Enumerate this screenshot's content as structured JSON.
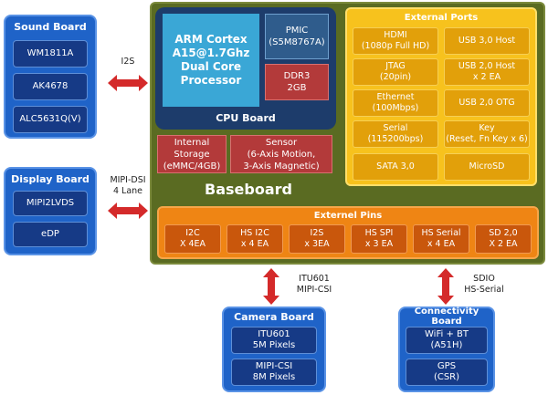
{
  "sound_board": {
    "title": "Sound Board",
    "chips": [
      "WM1811A",
      "AK4678",
      "ALC5631Q(V)"
    ]
  },
  "display_board": {
    "title": "Display Board",
    "chips": [
      "MIPI2LVDS",
      "eDP"
    ]
  },
  "interfaces": {
    "i2s": "I2S",
    "mipi_dsi": "MIPI-DSI\n4 Lane",
    "itu601": "ITU601\nMIPI-CSI",
    "sdio": "SDIO\nHS-Serial"
  },
  "baseboard": {
    "title": "Baseboard",
    "cpu_board": {
      "title": "CPU Board",
      "core": "ARM Cortex\nA15@1.7Ghz\nDual Core\nProcessor",
      "pmic": "PMIC\n(S5M8767A)",
      "ddr": "DDR3\n2GB"
    },
    "internal_storage": "Internal\nStorage\n(eMMC/4GB)",
    "sensor": "Sensor\n(6-Axis Motion,\n3-Axis Magnetic)",
    "external_ports": {
      "title": "External Ports",
      "items": [
        "HDMI\n(1080p Full HD)",
        "USB 3,0 Host",
        "JTAG\n(20pin)",
        "USB 2,0 Host\nx 2 EA",
        "Ethernet\n(100Mbps)",
        "USB 2,0 OTG",
        "Serial\n(115200bps)",
        "Key\n(Reset, Fn Key x 6)",
        "SATA 3,0",
        "MicroSD"
      ]
    },
    "external_pins": {
      "title": "Externel Pins",
      "items": [
        "I2C\nX 4EA",
        "HS I2C\nx 4 EA",
        "I2S\nx 3EA",
        "HS SPI\nx 3 EA",
        "HS Serial\nx 4 EA",
        "SD 2,0\nX 2 EA"
      ]
    }
  },
  "camera_board": {
    "title": "Camera Board",
    "chips": [
      "ITU601\n5M Pixels",
      "MIPI-CSI\n8M Pixels"
    ]
  },
  "connectivity_board": {
    "title": "Connectivity Board",
    "chips": [
      "WiFi + BT\n(A51H)",
      "GPS\n(CSR)"
    ]
  }
}
